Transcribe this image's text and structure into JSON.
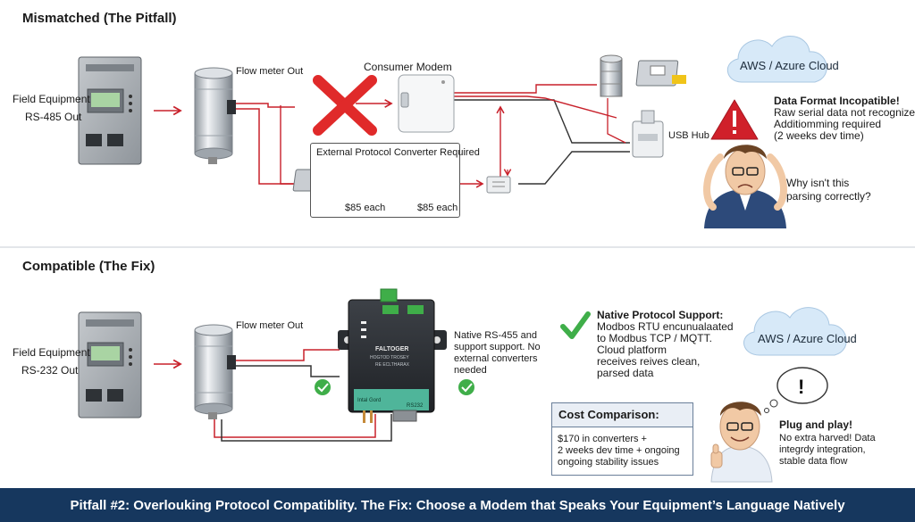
{
  "pitfall": {
    "title": "Mismatched (The Pitfall)",
    "field_equipment": [
      "Field Equipment",
      "RS-485 Out"
    ],
    "flow_meter": "Flow meter Out",
    "consumer_modem": "Consumer Modem",
    "converter_box": {
      "title": "External Protocol Converter Required",
      "price_left": "$85 each",
      "price_right": "$85 each"
    },
    "usb_hub": "USB Hub",
    "cloud": "AWS / Azure Cloud",
    "warning": {
      "title": "Data Format Incopatible!",
      "lines": [
        "Raw serial data not recognized.",
        "Additiomming required",
        "(2 weeks dev time)"
      ]
    },
    "thought": [
      "Why isn't this",
      "parsing correctly?"
    ]
  },
  "fix": {
    "title": "Compatible (The Fix)",
    "field_equipment": [
      "Field Equipment",
      "RS-232 Out"
    ],
    "flow_meter": "Flow meter Out",
    "modem_labels": {
      "brand": "FALTOGER",
      "sub1": "HOGTOD TROSEY",
      "sub2": "RE ECLTHARAX",
      "bottom_left": "Intal Gord",
      "bottom_right": "RS232"
    },
    "native_note": [
      "Native RS-455 and",
      "support support. No",
      "external converters",
      "needed"
    ],
    "native_support": {
      "title": "Native Protocol Support:",
      "lines": [
        "Modbos RTU encunualaated",
        "to Modbus TCP / MQTT.",
        "Cloud platform",
        "receives reives clean,",
        "parsed data"
      ]
    },
    "cloud": "AWS / Azure Cloud",
    "thought_mark": "!",
    "cost": {
      "title": "Cost Comparison:",
      "lines": [
        "$170 in converters +",
        "2 weeks dev time + ongoing",
        "ongoing stability issues"
      ]
    },
    "plug_play": {
      "title": "Plug and play!",
      "lines": [
        "No extra harved! Data",
        "integrdy integration,",
        "stable data flow"
      ]
    }
  },
  "footer": "Pitfall #2: Overlouking Protocol Compatiblity. The Fix: Choose a Modem that Speaks Your Equipment’s Language Natively",
  "colors": {
    "wire_red": "#c8202a",
    "wire_dark": "#333333",
    "check_green": "#3fae49",
    "warn_red": "#d0202a",
    "cloud_fill": "#d7e9f8",
    "footer_bg": "#16375e"
  }
}
